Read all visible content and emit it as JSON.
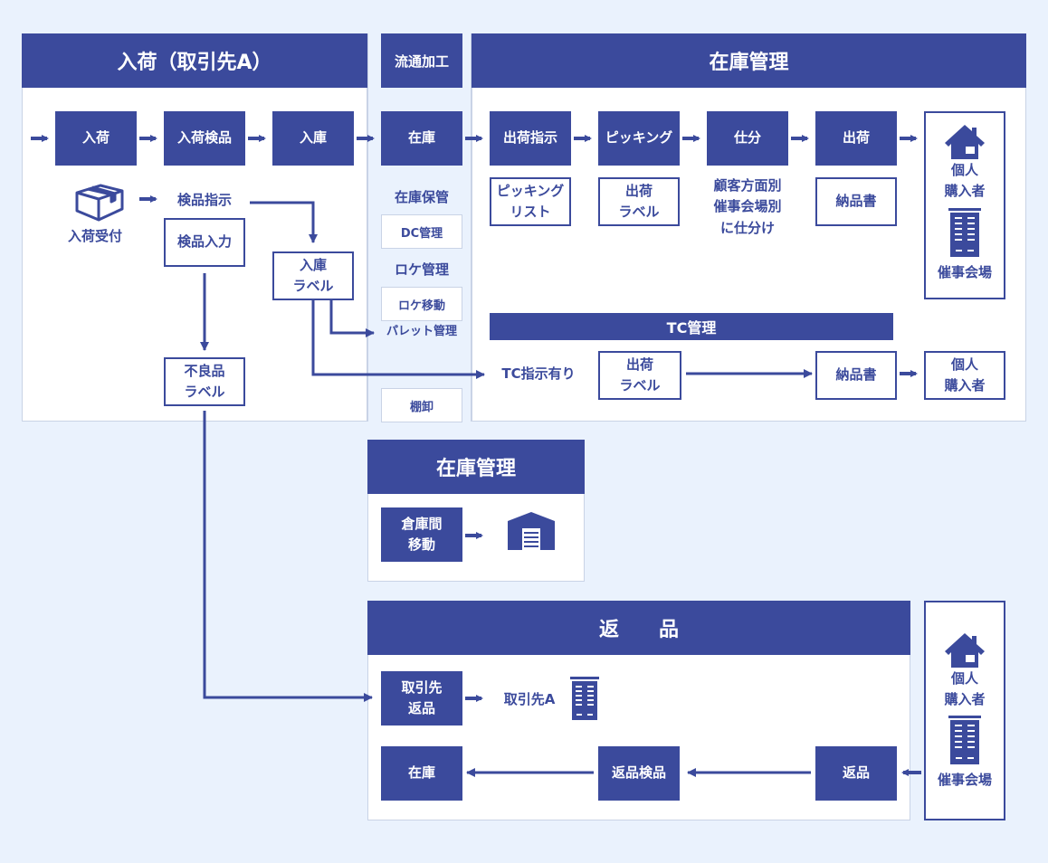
{
  "colors": {
    "primary": "#3b4a9c",
    "background": "#eaf2fd",
    "panel": "#ffffff",
    "border": "#c9d3e6"
  },
  "receiving": {
    "title": "入荷（取引先A）",
    "steps": [
      "入荷",
      "入荷検品",
      "入庫"
    ],
    "reception_label": "入荷受付",
    "reception_icon": "box-icon",
    "inspection_instruction": "検品指示",
    "inspection_input": "検品入力",
    "storage_label_line1": "入庫",
    "storage_label_line2": "ラベル",
    "defect_label_line1": "不良品",
    "defect_label_line2": "ラベル"
  },
  "processing": {
    "title": "流通加工",
    "stock": "在庫",
    "storage_heading": "在庫保管",
    "dc_management": "DC管理",
    "location_heading": "ロケ管理",
    "location_move": "ロケ移動",
    "pallet_management": "パレット管理",
    "stocktaking": "棚卸"
  },
  "inventory": {
    "title": "在庫管理",
    "steps": [
      "出荷指示",
      "ピッキング",
      "仕分",
      "出荷"
    ],
    "picking_list_line1": "ピッキング",
    "picking_list_line2": "リスト",
    "shipping_label_line1": "出荷",
    "shipping_label_line2": "ラベル",
    "sorting_note": [
      "顧客方面別",
      "催事会場別",
      "に仕分け"
    ],
    "delivery_note": "納品書",
    "destination": {
      "individual_line1": "個人",
      "individual_line2": "購入者",
      "event_venue": "催事会場"
    },
    "tc": {
      "title": "TC管理",
      "instruction": "TC指示有り",
      "shipping_label_line1": "出荷",
      "shipping_label_line2": "ラベル",
      "delivery_note": "納品書",
      "individual_line1": "個人",
      "individual_line2": "購入者"
    }
  },
  "warehouse_transfer": {
    "title": "在庫管理",
    "step_line1": "倉庫間",
    "step_line2": "移動",
    "icon": "warehouse-icon"
  },
  "returns": {
    "title": "返　　品",
    "supplier_return_line1": "取引先",
    "supplier_return_line2": "返品",
    "supplier": "取引先A",
    "stock": "在庫",
    "return_inspection": "返品検品",
    "return": "返品",
    "source": {
      "individual_line1": "個人",
      "individual_line2": "購入者",
      "event_venue": "催事会場"
    }
  }
}
